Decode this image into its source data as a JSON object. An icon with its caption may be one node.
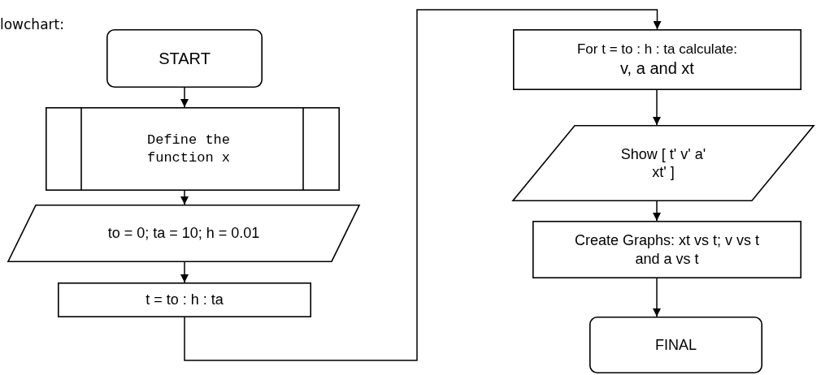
{
  "diagram": {
    "nodes": [
      {
        "text": [
          "START"
        ]
      },
      {
        "text": [
          "Define the function x"
        ]
      },
      {
        "text": [
          "to = 0; ta = 10; h = 0.01"
        ]
      },
      {
        "text": [
          "t = to : h : ta"
        ]
      },
      {
        "text": [
          "For t = to : h : ta calculate:",
          "v, a and xt"
        ]
      },
      {
        "text": [
          "Show [ t' v' a' xt' ]"
        ]
      },
      {
        "text": [
          "Create Graphs: xt vs t; v vs t and a vs t"
        ]
      },
      {
        "text": [
          "FINAL"
        ]
      }
    ],
    "edges": [
      {
        "from": 0,
        "to": 1,
        "arrow": "to"
      },
      {
        "from": 1,
        "to": 2,
        "arrow": "to"
      },
      {
        "from": 2,
        "to": 3,
        "arrow": "to"
      },
      {
        "from": 3,
        "to": 4,
        "arrow": "to"
      },
      {
        "from": 4,
        "to": 5,
        "arrow": "to"
      },
      {
        "from": 5,
        "to": 6,
        "arrow": "to"
      },
      {
        "from": 6,
        "to": 7,
        "arrow": "to"
      }
    ],
    "labels": [
      "lowchart:"
    ]
  }
}
